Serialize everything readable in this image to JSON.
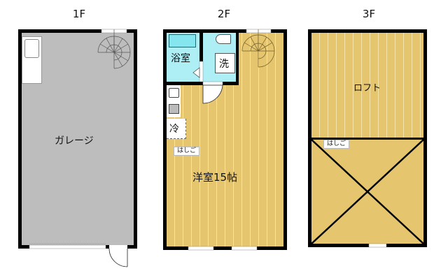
{
  "floors": [
    {
      "id": "1F",
      "label": "1F",
      "rooms": [
        {
          "name": "garage",
          "label": "ガレージ",
          "fill": "#bdbdbd"
        }
      ],
      "fixtures": [
        "sink",
        "spiral-staircase",
        "shutter",
        "entry-door"
      ]
    },
    {
      "id": "2F",
      "label": "2F",
      "rooms": [
        {
          "name": "bathroom",
          "label": "浴室",
          "fill": "#aeeef5"
        },
        {
          "name": "washroom",
          "label": "洗",
          "fill": "#aeeef5"
        },
        {
          "name": "western-room",
          "label": "洋室15帖",
          "fill": "#e6c56f"
        }
      ],
      "fixtures": [
        "bathtub",
        "toilet",
        "washing-machine-space",
        "kitchen-sink",
        "stove",
        "refrigerator-space",
        "spiral-staircase",
        "door"
      ],
      "fridge_label": "冷",
      "ladder_label": "はしご"
    },
    {
      "id": "3F",
      "label": "3F",
      "rooms": [
        {
          "name": "loft",
          "label": "ロフト",
          "fill": "#e6c56f"
        }
      ],
      "void_area": "open-to-below",
      "ladder_label": "はしご"
    }
  ],
  "colors": {
    "wall": "#000000",
    "garage": "#bdbdbd",
    "wet_area": "#aeeef5",
    "wood_floor": "#e6c56f",
    "wood_stripe": "#f6e3a8"
  }
}
